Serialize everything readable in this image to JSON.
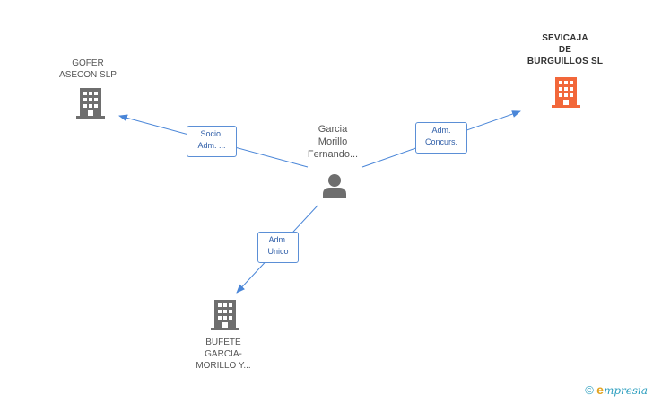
{
  "nodes": {
    "gofer": {
      "label_lines": [
        "GOFER",
        "ASECON SLP"
      ],
      "icon": "building-icon",
      "color": "#6e6e6e"
    },
    "sevicaja": {
      "label_lines": [
        "SEVICAJA",
        "DE",
        "BURGUILLOS SL"
      ],
      "icon": "building-icon",
      "color": "#f2673a"
    },
    "person": {
      "label_lines": [
        "Garcia",
        "Morillo",
        "Fernando..."
      ],
      "icon": "person-icon",
      "color": "#6e6e6e"
    },
    "bufete": {
      "label_lines": [
        "BUFETE",
        "GARCIA-",
        "MORILLO Y..."
      ],
      "icon": "building-icon",
      "color": "#6e6e6e"
    }
  },
  "edges": {
    "to_gofer": {
      "label_lines": [
        "Socio,",
        "Adm. ..."
      ]
    },
    "to_sevicaja": {
      "label_lines": [
        "Adm.",
        "Concurs."
      ]
    },
    "to_bufete": {
      "label_lines": [
        "Adm.",
        "Unico"
      ]
    }
  },
  "colors": {
    "edge": "#4a86d8",
    "edge_label_border": "#5b8fd6"
  },
  "brand": {
    "symbol": "©",
    "first_letter": "e",
    "name_rest": "mpresia"
  }
}
